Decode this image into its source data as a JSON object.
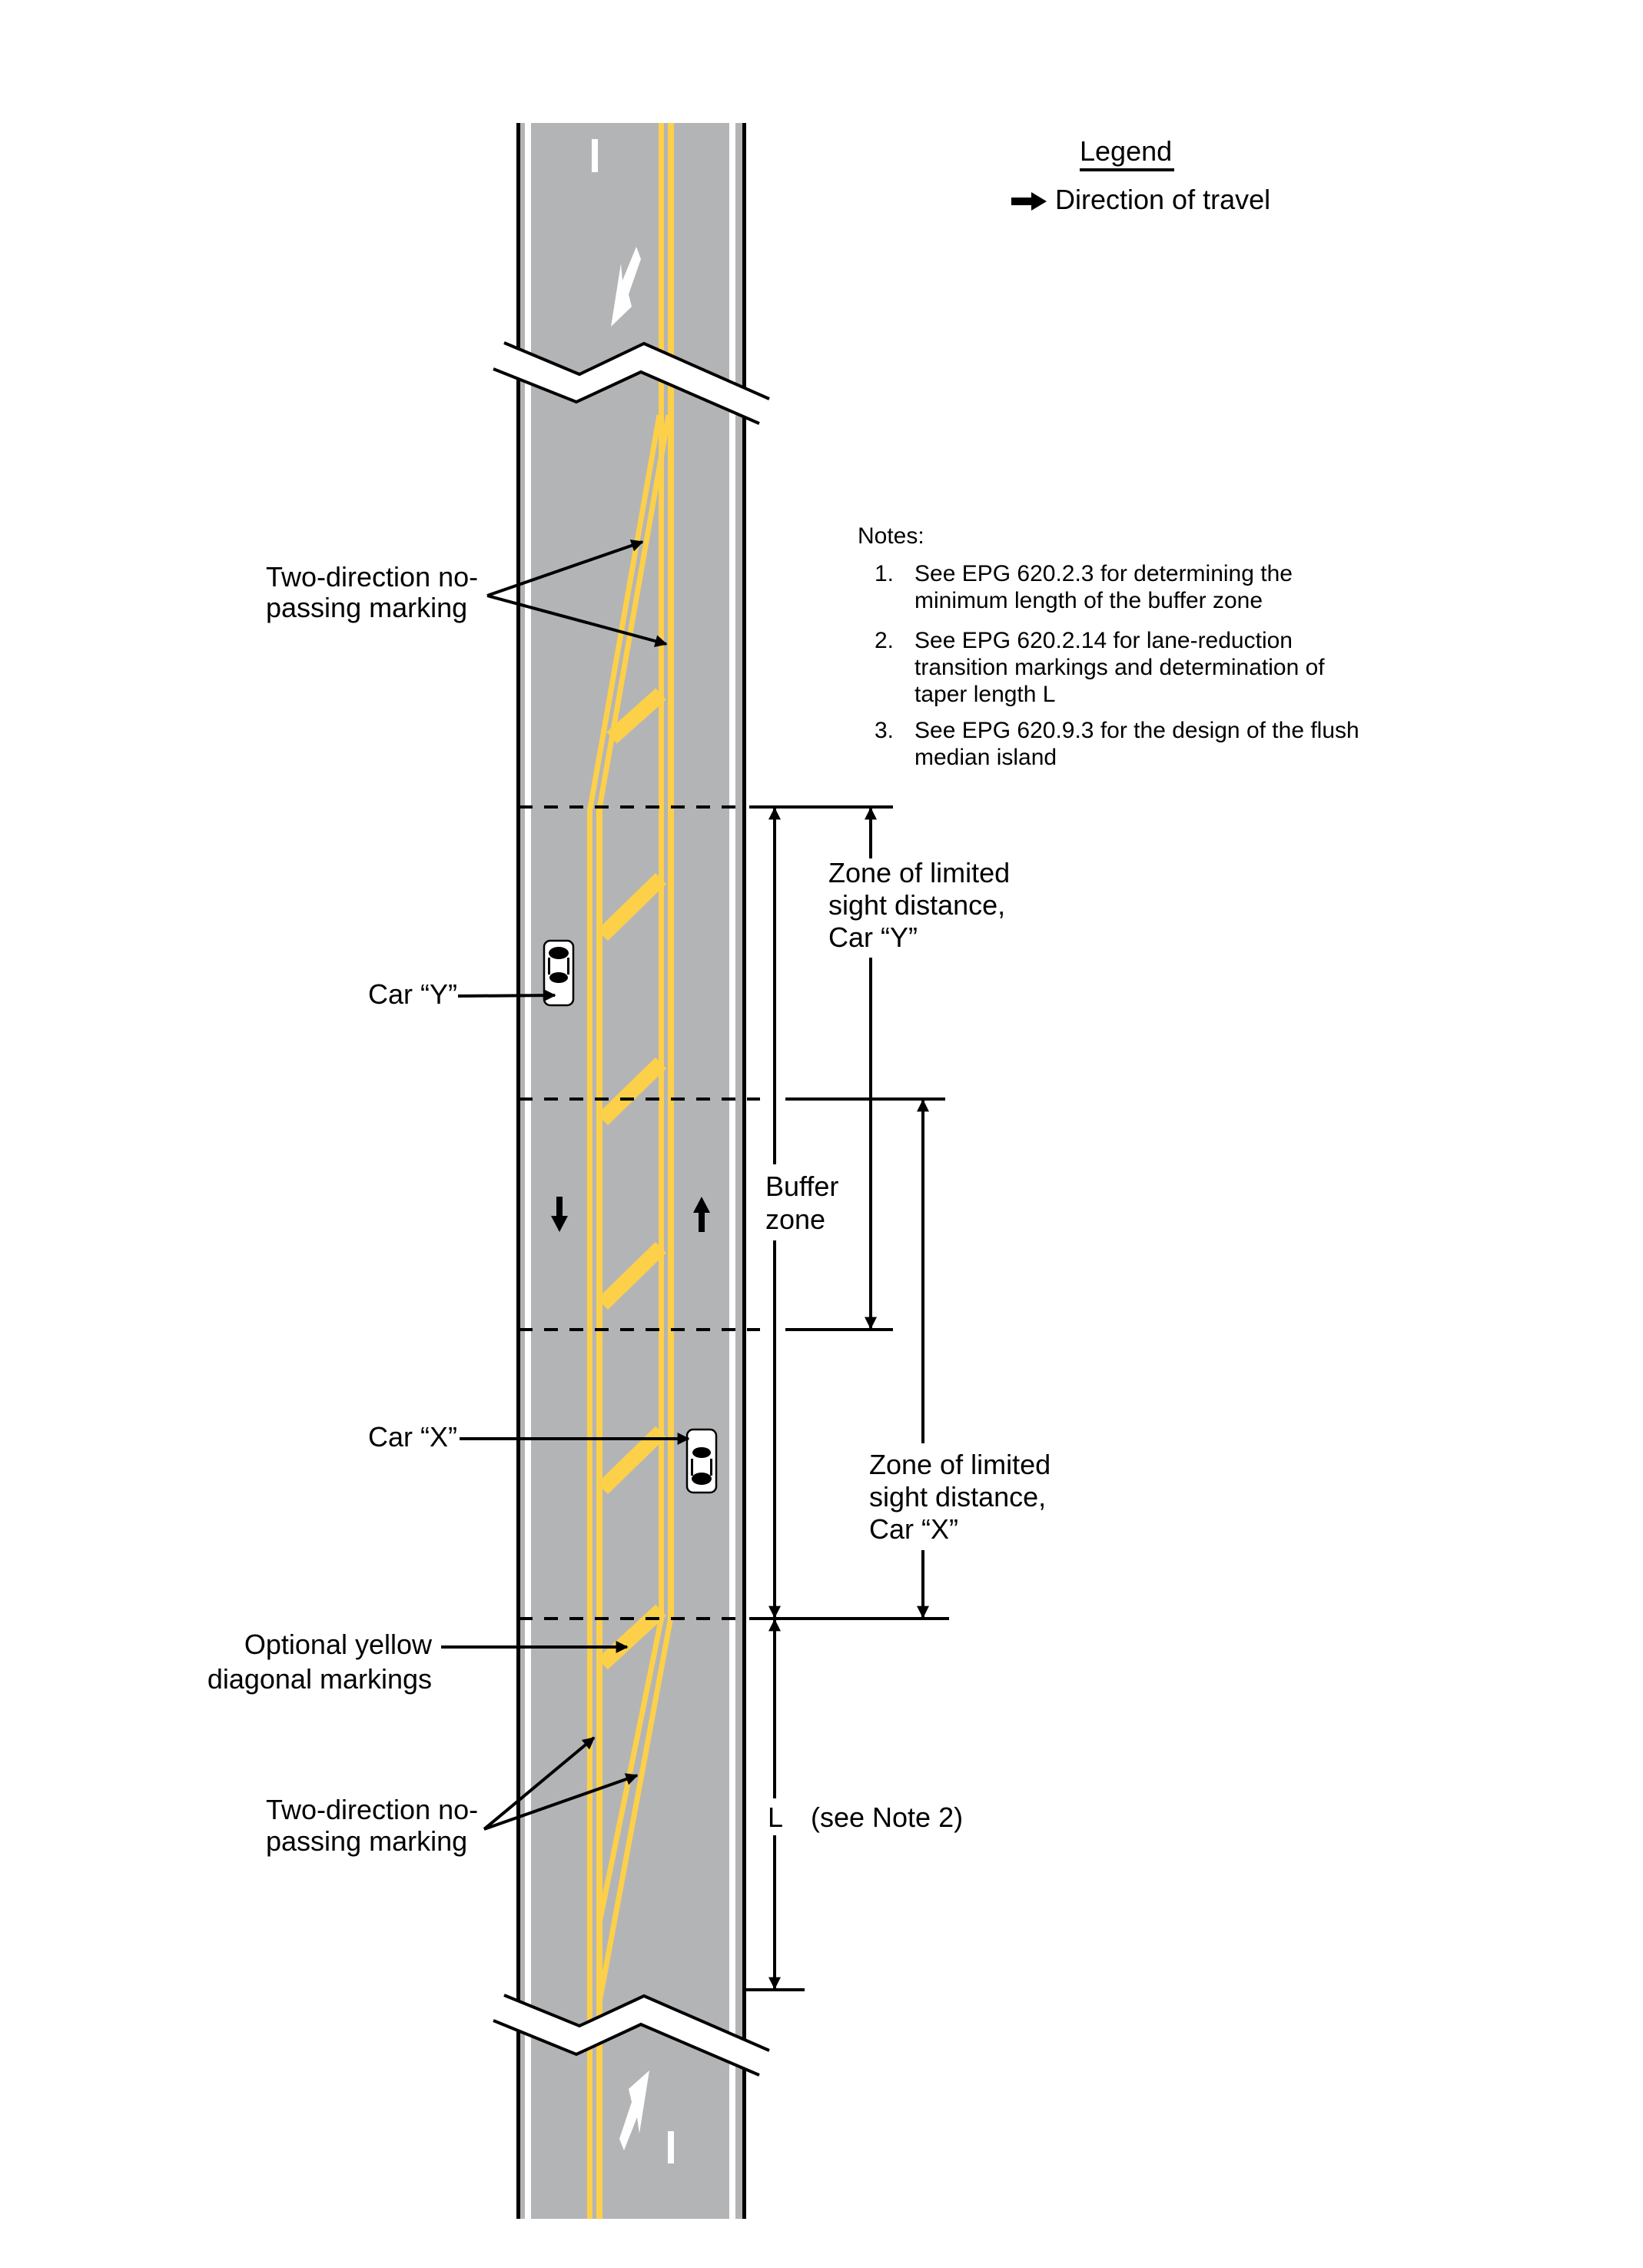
{
  "legend": {
    "title": "Legend",
    "direction_of_travel": "Direction of travel",
    "icon": "right-arrow-icon"
  },
  "notes": {
    "title": "Notes:",
    "items": [
      {
        "num": "1.",
        "lines": [
          "See EPG 620.2.3 for determining the",
          "minimum length of the buffer zone"
        ]
      },
      {
        "num": "2.",
        "lines": [
          "See EPG 620.2.14 for lane-reduction",
          "transition markings and determination of",
          "taper length L"
        ]
      },
      {
        "num": "3.",
        "lines": [
          "See EPG 620.9.3 for the design of the flush",
          "median island"
        ]
      }
    ]
  },
  "labels": {
    "two_direction_top": [
      "Two-direction no-",
      "passing marking"
    ],
    "two_direction_bottom": [
      "Two-direction no-",
      "passing marking"
    ],
    "car_y": "Car “Y”",
    "car_x": "Car “X”",
    "optional_yellow": [
      "Optional yellow",
      "diagonal markings"
    ],
    "zone_y": [
      "Zone of limited",
      "sight distance,",
      "Car “Y”"
    ],
    "zone_x": [
      "Zone of limited",
      "sight distance,",
      "Car “X”"
    ],
    "buffer_zone": [
      "Buffer",
      "zone"
    ],
    "taper_length": "L",
    "see_note": "(see Note 2)"
  },
  "colors": {
    "pavement": "#b3b4b6",
    "yellow_marking": "#fdd04a",
    "white_marking": "#ffffff",
    "ink": "#000000"
  }
}
